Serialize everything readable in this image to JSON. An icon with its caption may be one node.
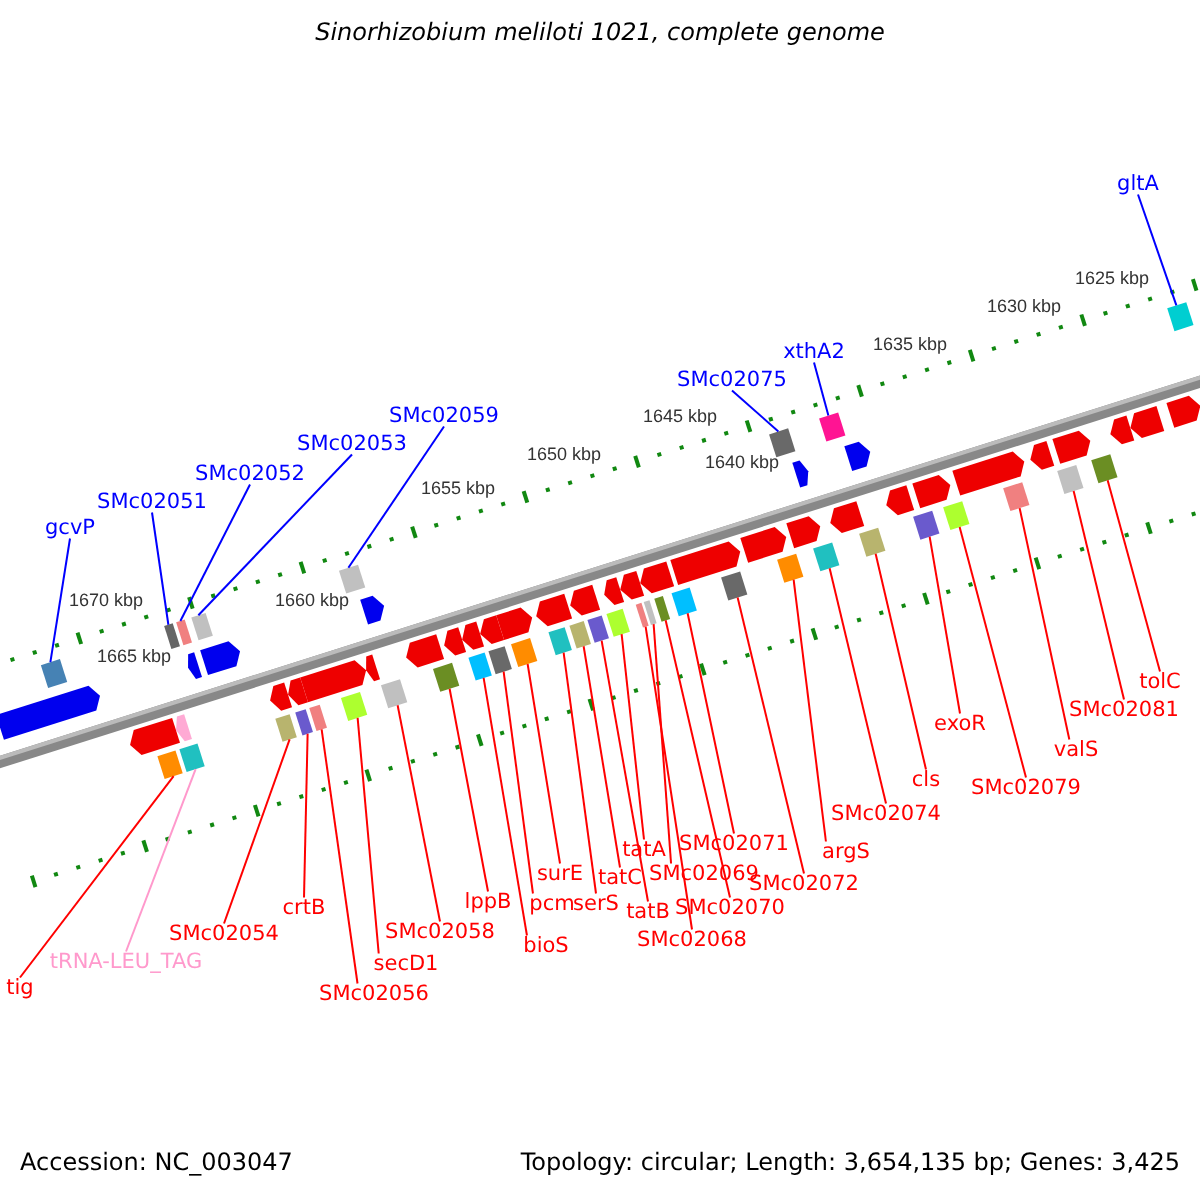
{
  "diagram": {
    "title": "Sinorhizobium meliloti 1021, complete genome",
    "nodes": [
      {
        "text": [
          "gcvP"
        ]
      },
      {
        "text": [
          "SMc02051"
        ]
      },
      {
        "text": [
          "SMc02052"
        ]
      },
      {
        "text": [
          "SMc02053"
        ]
      },
      {
        "text": [
          "SMc02059"
        ]
      },
      {
        "text": [
          "SMc02075"
        ]
      },
      {
        "text": [
          "xthA2"
        ]
      },
      {
        "text": [
          "gltA"
        ]
      },
      {
        "text": [
          "tig"
        ]
      },
      {
        "text": [
          "tRNA-LEU_TAG"
        ]
      },
      {
        "text": [
          "SMc02054"
        ]
      },
      {
        "text": [
          "crtB"
        ]
      },
      {
        "text": [
          "secD1"
        ]
      },
      {
        "text": [
          "SMc02056"
        ]
      },
      {
        "text": [
          "SMc02058"
        ]
      },
      {
        "text": [
          "lppB"
        ]
      },
      {
        "text": [
          "bioS"
        ]
      },
      {
        "text": [
          "pcm"
        ]
      },
      {
        "text": [
          "surE"
        ]
      },
      {
        "text": [
          "serS"
        ]
      },
      {
        "text": [
          "tatC"
        ]
      },
      {
        "text": [
          "tatB"
        ]
      },
      {
        "text": [
          "tatA"
        ]
      },
      {
        "text": [
          "SMc02068"
        ]
      },
      {
        "text": [
          "SMc02069"
        ]
      },
      {
        "text": [
          "SMc02070"
        ]
      },
      {
        "text": [
          "SMc02071"
        ]
      },
      {
        "text": [
          "SMc02072"
        ]
      },
      {
        "text": [
          "argS"
        ]
      },
      {
        "text": [
          "SMc02074"
        ]
      },
      {
        "text": [
          "cls"
        ]
      },
      {
        "text": [
          "exoR"
        ]
      },
      {
        "text": [
          "SMc02079"
        ]
      },
      {
        "text": [
          "valS"
        ]
      },
      {
        "text": [
          "SMc02081"
        ]
      },
      {
        "text": [
          "tolC"
        ]
      },
      {
        "text": [],
        "shape": "box"
      },
      {
        "text": [],
        "shape": "box"
      },
      {
        "text": [],
        "shape": "box"
      },
      {
        "text": [],
        "shape": "box"
      },
      {
        "text": [],
        "shape": "box"
      },
      {
        "text": [],
        "shape": "box"
      },
      {
        "text": [],
        "shape": "box"
      },
      {
        "text": [],
        "shape": "box"
      },
      {
        "text": [],
        "shape": "box"
      },
      {
        "text": [],
        "shape": "box"
      },
      {
        "text": [],
        "shape": "box"
      },
      {
        "text": [],
        "shape": "box"
      },
      {
        "text": [],
        "shape": "box"
      },
      {
        "text": [],
        "shape": "box"
      },
      {
        "text": [],
        "shape": "box"
      },
      {
        "text": [],
        "shape": "box"
      },
      {
        "text": [],
        "shape": "box"
      },
      {
        "text": [],
        "shape": "box"
      },
      {
        "text": [],
        "shape": "box"
      },
      {
        "text": [],
        "shape": "box"
      },
      {
        "text": [],
        "shape": "box"
      },
      {
        "text": [],
        "shape": "box"
      },
      {
        "text": [],
        "shape": "box"
      },
      {
        "text": [],
        "shape": "box"
      },
      {
        "text": [],
        "shape": "box"
      },
      {
        "text": [],
        "shape": "box"
      },
      {
        "text": [],
        "shape": "box"
      },
      {
        "text": [],
        "shape": "box"
      },
      {
        "text": [],
        "shape": "box"
      },
      {
        "text": [],
        "shape": "box"
      },
      {
        "text": [],
        "shape": "box"
      },
      {
        "text": [],
        "shape": "box"
      },
      {
        "text": [],
        "shape": "box"
      },
      {
        "text": [],
        "shape": "box"
      },
      {
        "text": [],
        "shape": "box"
      },
      {
        "text": [],
        "shape": "box"
      }
    ],
    "edges": [
      {
        "from": 0,
        "to": 36,
        "arrow": "none",
        "color": "#0000ff"
      },
      {
        "from": 1,
        "to": 37,
        "arrow": "none",
        "color": "#0000ff"
      },
      {
        "from": 2,
        "to": 38,
        "arrow": "none",
        "color": "#0000ff"
      },
      {
        "from": 3,
        "to": 39,
        "arrow": "none",
        "color": "#0000ff"
      },
      {
        "from": 4,
        "to": 40,
        "arrow": "none",
        "color": "#0000ff"
      },
      {
        "from": 5,
        "to": 41,
        "arrow": "none",
        "color": "#0000ff"
      },
      {
        "from": 6,
        "to": 42,
        "arrow": "none",
        "color": "#0000ff"
      },
      {
        "from": 7,
        "to": 43,
        "arrow": "none",
        "color": "#0000ff"
      },
      {
        "from": 8,
        "to": 44,
        "arrow": "none"
      },
      {
        "from": 9,
        "to": 45,
        "arrow": "none",
        "color": "#ff99cc"
      },
      {
        "from": 10,
        "to": 46,
        "arrow": "none"
      },
      {
        "from": 11,
        "to": 47,
        "arrow": "none"
      },
      {
        "from": 12,
        "to": 48,
        "arrow": "none"
      },
      {
        "from": 13,
        "to": 49,
        "arrow": "none"
      },
      {
        "from": 14,
        "to": 50,
        "arrow": "none"
      },
      {
        "from": 15,
        "to": 51,
        "arrow": "none"
      },
      {
        "from": 16,
        "to": 52,
        "arrow": "none"
      },
      {
        "from": 17,
        "to": 53,
        "arrow": "none"
      },
      {
        "from": 18,
        "to": 54,
        "arrow": "none"
      },
      {
        "from": 19,
        "to": 55,
        "arrow": "none"
      },
      {
        "from": 20,
        "to": 56,
        "arrow": "none"
      },
      {
        "from": 21,
        "to": 57,
        "arrow": "none"
      },
      {
        "from": 22,
        "to": 58,
        "arrow": "none"
      },
      {
        "from": 23,
        "to": 59,
        "arrow": "none"
      },
      {
        "from": 24,
        "to": 60,
        "arrow": "none"
      },
      {
        "from": 25,
        "to": 61,
        "arrow": "none"
      },
      {
        "from": 26,
        "to": 62,
        "arrow": "none"
      },
      {
        "from": 27,
        "to": 63,
        "arrow": "none"
      },
      {
        "from": 28,
        "to": 64,
        "arrow": "none"
      },
      {
        "from": 29,
        "to": 65,
        "arrow": "none"
      },
      {
        "from": 30,
        "to": 66,
        "arrow": "none"
      },
      {
        "from": 31,
        "to": 67,
        "arrow": "none"
      },
      {
        "from": 32,
        "to": 68,
        "arrow": "none"
      },
      {
        "from": 33,
        "to": 69,
        "arrow": "none"
      },
      {
        "from": 34,
        "to": 70,
        "arrow": "none"
      },
      {
        "from": 35,
        "to": 71,
        "arrow": "none"
      }
    ],
    "labels": [
      "1625 kbp",
      "1630 kbp",
      "1635 kbp",
      "1640 kbp",
      "1645 kbp",
      "1650 kbp",
      "1655 kbp",
      "1660 kbp",
      "1665 kbp",
      "1670 kbp",
      "Accession: NC_003047",
      "Topology: circular; Length: 3,654,135 bp; Genes: 3,425"
    ]
  }
}
